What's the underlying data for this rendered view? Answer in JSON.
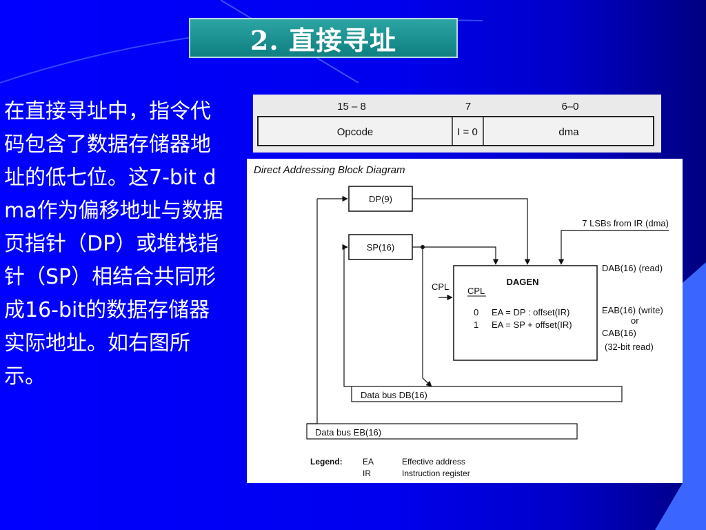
{
  "slide": {
    "title": "2. 直接寻址",
    "body": "在直接寻址中，指令代码包含了数据存储器地址的低七位。这7-bit dma作为偏移地址与数据页指针（DP）或堆栈指针（SP）相结合共同形成16-bit的数据存储器实际地址。如右图所示。"
  },
  "instruction_format": {
    "bit_labels": [
      "15 – 8",
      "7",
      "6–0"
    ],
    "fields": [
      "Opcode",
      "I = 0",
      "dma"
    ]
  },
  "block_diagram": {
    "title": "Direct Addressing Block Diagram",
    "dp_register": "DP(9)",
    "sp_register": "SP(16)",
    "ir_input_label": "7 LSBs from IR (dma)",
    "cpl_input_label": "CPL",
    "dagen": {
      "name": "DAGEN",
      "table_header": "CPL",
      "rows": [
        {
          "cpl": "0",
          "formula": "EA = DP : offset(IR)"
        },
        {
          "cpl": "1",
          "formula": "EA = SP + offset(IR)"
        }
      ]
    },
    "outputs": {
      "dab": "DAB(16) (read)",
      "eab": "EAB(16) (write)",
      "or": "or",
      "cab": "CAB(16)",
      "cab_note": "(32-bit read)"
    },
    "buses": {
      "db": "Data bus DB(16)",
      "eb": "Data bus EB(16)"
    },
    "legend": {
      "title": "Legend:",
      "items": [
        {
          "abbr": "EA",
          "meaning": "Effective address"
        },
        {
          "abbr": "IR",
          "meaning": "Instruction register"
        }
      ]
    }
  }
}
